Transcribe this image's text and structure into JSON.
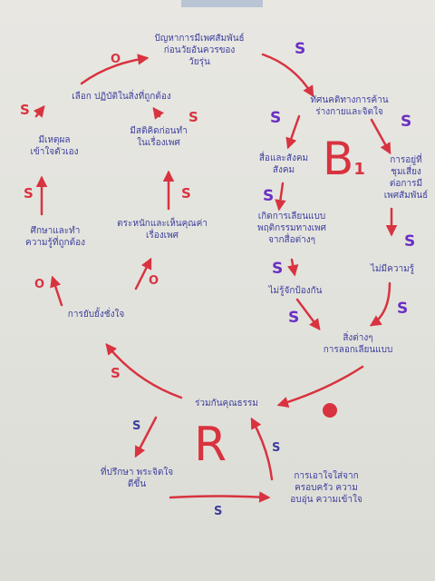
{
  "nodes": {
    "top": "ปัญหาการมีเพศสัมพันธ์\nก่อนวัยอันควรของ\nวัยรุ่น",
    "right_upper": "ทัศนคติทางการค้าน\nร่างกายและจิตใจ",
    "right_far": "การอยู่ที่\nชุมเสี่ยง\nต่อการมี\nเพศสัมพันธ์",
    "right_mid": "สื่อและสังคม\nสังคม",
    "right_center": "เกิดการเลียนแบบ\nพฤติกรรมทางเพศ\nจากสื่อต่างๆ",
    "right_lower": "ไม่รู้จักป้องกัน",
    "right_know": "ไม่มีความรู้",
    "right_bottom": "สิ่งต่างๆ\nการลอกเลียนแบบ",
    "center_bottom": "ร่วมกันคุณธรรม",
    "bottom_left": "ที่ปรึกษา พระจิตใจ\nดีขึ้น",
    "bottom_right": "การเอาใจใส่จาก\nครอบครัว ความ\nอบอุ่น ความเข้าใจ",
    "left_top": "เลือก ปฏิบัติในสิ่งที่ถูกต้อง",
    "left_upper": "มีเหตุผล\nเข้าใจตัวเอง",
    "left_inner": "มีสติคิดก่อนทำ\nในเรื่องเพศ",
    "left_mid": "ศึกษาและทำ\nความรู้ที่ถูกต้อง",
    "left_mid2": "ตระหนักและเห็นคุณค่า\nเรื่องเพศ",
    "left_bottom": "การยับยั้งชั่งใจ"
  },
  "labels": {
    "s": "S",
    "o": "O",
    "b_loop": "B",
    "b_sub": "1",
    "r_loop": "R"
  },
  "colors": {
    "arrow": "#d8333f",
    "ink_blue": "#3d3f9c",
    "ink_purple": "#6a2fc4"
  }
}
